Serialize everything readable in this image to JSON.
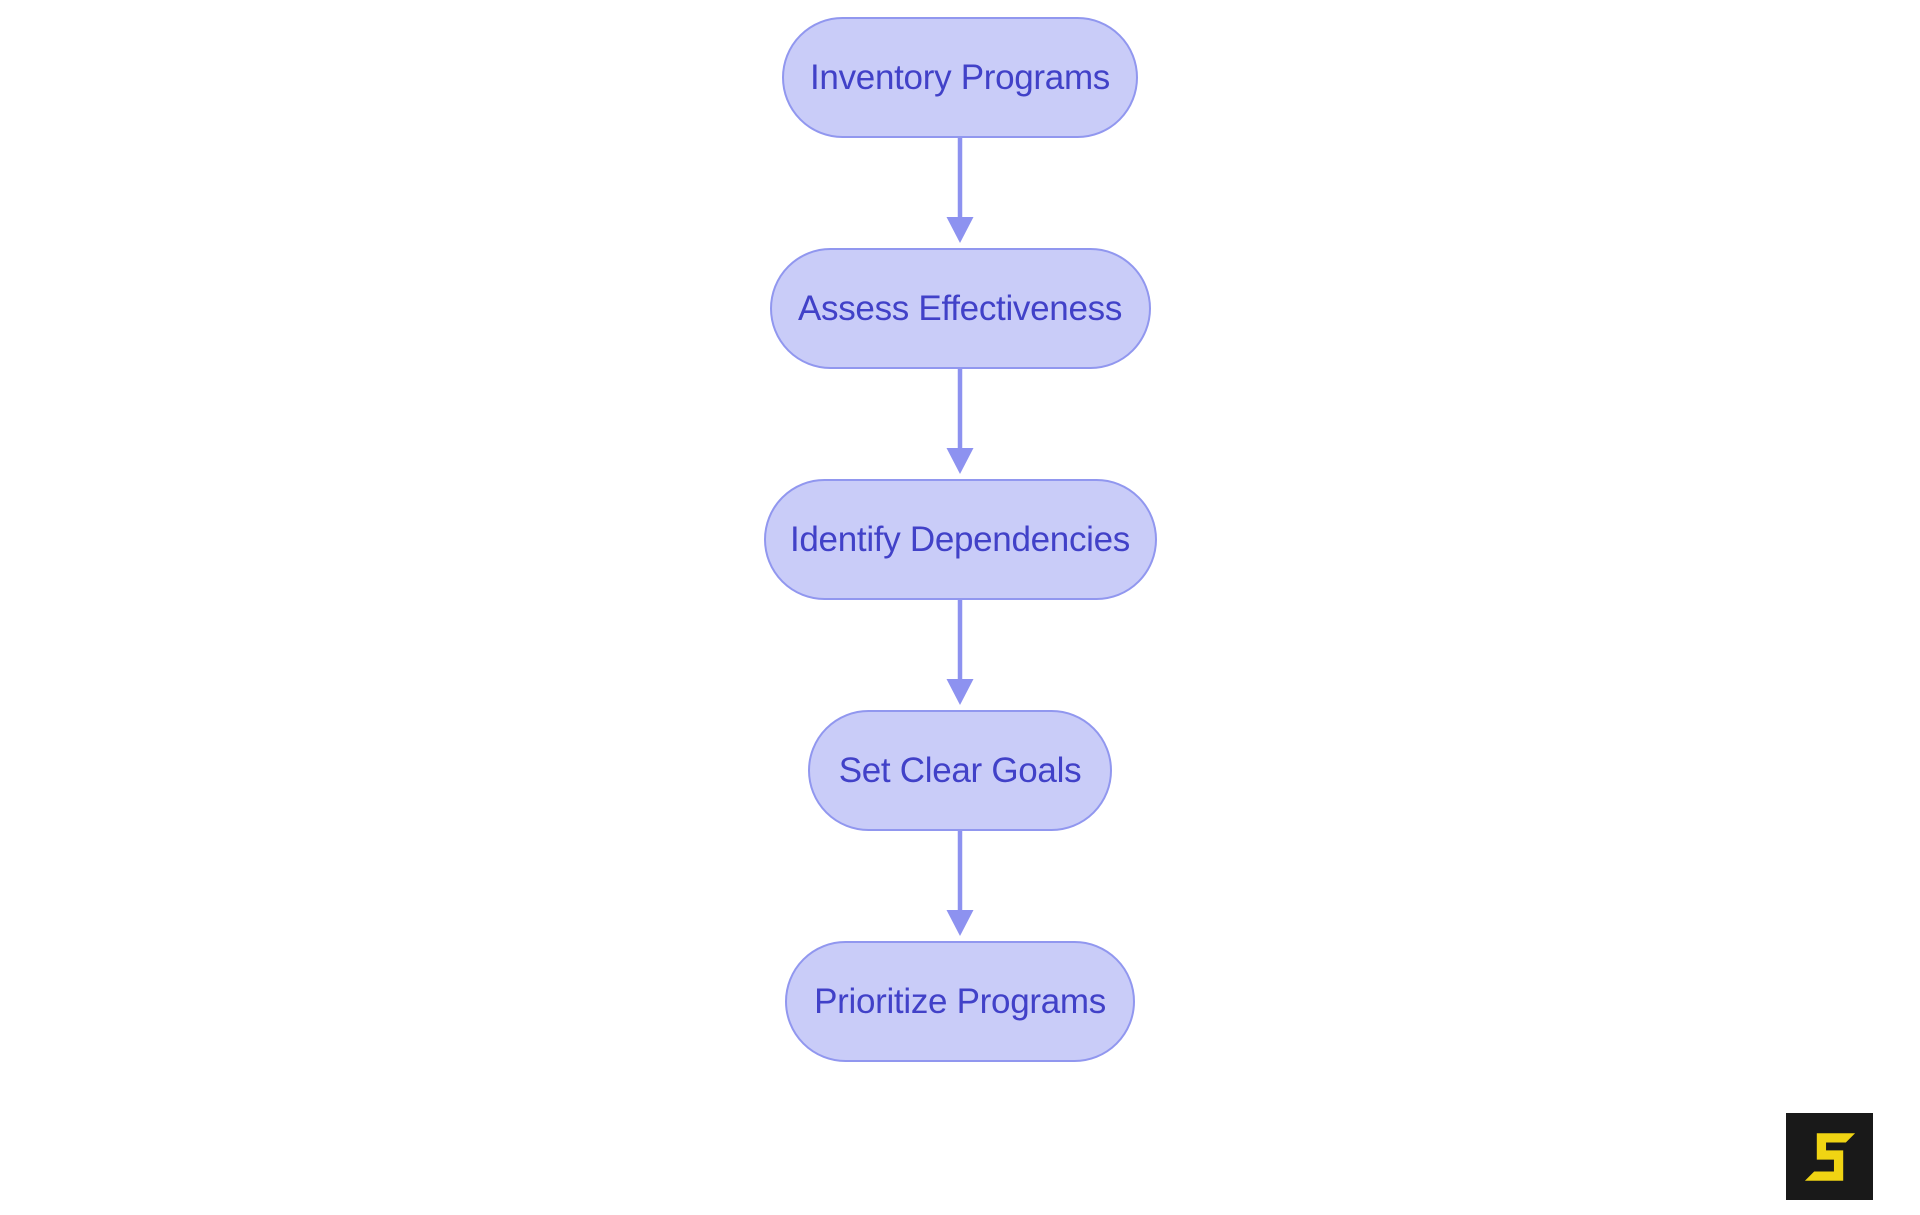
{
  "page": {
    "background": "#ffffff"
  },
  "diagram": {
    "type": "flowchart",
    "direction": "top-down",
    "nodes": [
      {
        "label": "Inventory Programs"
      },
      {
        "label": "Assess Effectiveness"
      },
      {
        "label": "Identify Dependencies"
      },
      {
        "label": "Set Clear Goals"
      },
      {
        "label": "Prioritize Programs"
      }
    ],
    "edges": [
      {
        "from": "Inventory Programs",
        "to": "Assess Effectiveness"
      },
      {
        "from": "Assess Effectiveness",
        "to": "Identify Dependencies"
      },
      {
        "from": "Identify Dependencies",
        "to": "Set Clear Goals"
      },
      {
        "from": "Set Clear Goals",
        "to": "Prioritize Programs"
      }
    ],
    "colors": {
      "node_fill": "#c9ccf8",
      "node_border": "#9197ef",
      "node_text": "#4141c8",
      "arrow": "#8d92f0"
    }
  },
  "logo": {
    "glyph": "S",
    "background": "#191919",
    "glyph_color": "#f0d413"
  }
}
